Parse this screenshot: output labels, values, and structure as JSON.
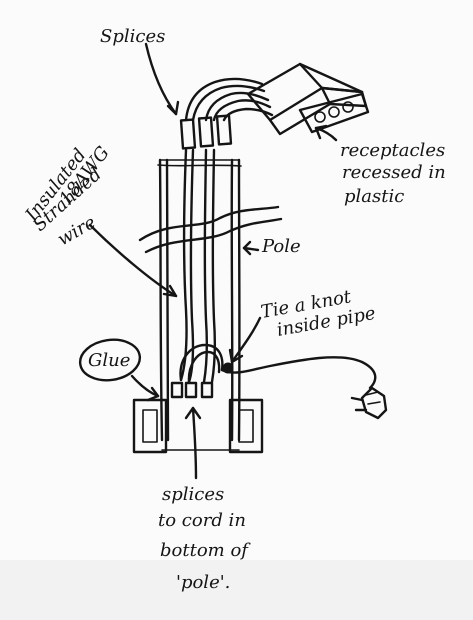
{
  "labels": {
    "splices_top": "Splices",
    "insulated_1": "Insulated",
    "insulated_2": "18AWG",
    "stranded_1": "Stranded",
    "stranded_2": "wire",
    "pole": "Pole",
    "receptacles_1": "receptacles",
    "receptacles_2": "recessed in",
    "receptacles_3": "plastic",
    "knot_1": "Tie a knot",
    "knot_2": "inside pipe",
    "glue": "Glue",
    "bottom_1": "splices",
    "bottom_2": "to cord in",
    "bottom_3": "bottom of",
    "bottom_4": "'pole'."
  },
  "colors": {
    "ink": "#151515",
    "paper": "#fbfbfb"
  }
}
